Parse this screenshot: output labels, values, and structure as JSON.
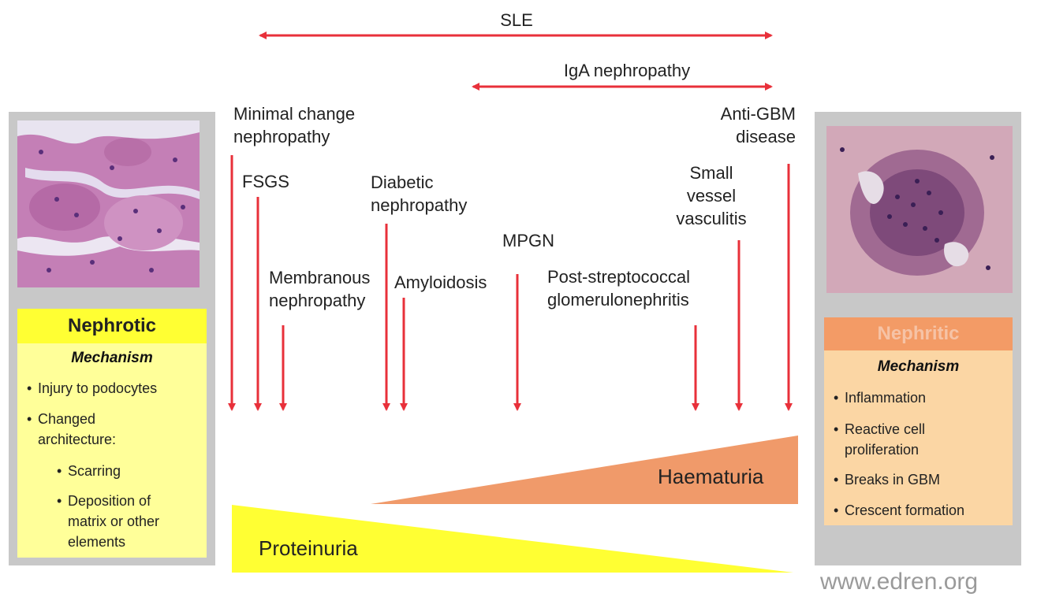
{
  "ranges": {
    "sle": "SLE",
    "iga": "IgA nephropathy"
  },
  "diseases": {
    "minimal_change": [
      "Minimal change",
      "nephropathy"
    ],
    "fsgs": "FSGS",
    "membranous": [
      "Membranous",
      "nephropathy"
    ],
    "diabetic": [
      "Diabetic",
      "nephropathy"
    ],
    "amyloidosis": "Amyloidosis",
    "mpgn": "MPGN",
    "post_strep": [
      "Post-streptococcal",
      "glomerulonephritis"
    ],
    "small_vessel": [
      "Small",
      "vessel",
      "vasculitis"
    ],
    "anti_gbm": [
      "Anti-GBM",
      "disease"
    ]
  },
  "gradients": {
    "haematuria": "Haematuria",
    "proteinuria": "Proteinuria"
  },
  "nephrotic": {
    "title": "Nephrotic",
    "subtitle": "Mechanism",
    "bullets": [
      "Injury to podocytes",
      "Changed architecture:"
    ],
    "sub_bullets": [
      "Scarring",
      "Deposition of matrix or other elements"
    ]
  },
  "nephritic": {
    "title": "Nephritic",
    "subtitle": "Mechanism",
    "bullets": [
      "Inflammation",
      "Reactive cell proliferation",
      "Breaks in GBM",
      "Crescent formation"
    ]
  },
  "watermark": "www.edren.org",
  "colors": {
    "arrow": "#e8303a",
    "nephrotic_head": "#ffff33",
    "nephrotic_body": "#ffff99",
    "nephritic_head": "#f39b66",
    "nephritic_body": "#fbd6a4",
    "haematuria_wedge": "#f09a6a",
    "proteinuria_wedge": "#ffff33",
    "panel": "#c8c8c8"
  }
}
